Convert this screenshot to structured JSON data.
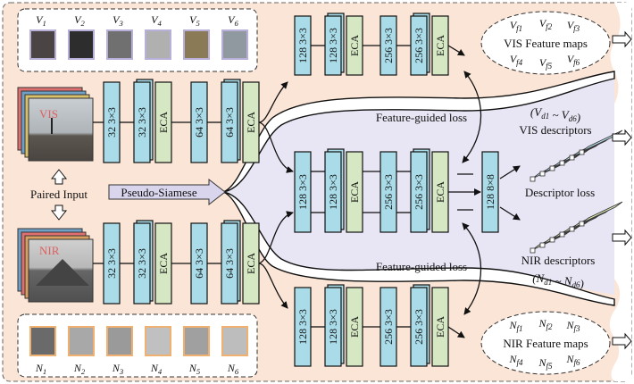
{
  "colors": {
    "background": "#fbe5d6",
    "center_band": "#e8e6f4",
    "conv_block": "#a9dce8",
    "eca_block": "#d6e7c4",
    "vis_descriptor": "#b8dce8",
    "nir_descriptor": "#d5e4b4",
    "vis_text": "#e06060",
    "nir_text": "#e06060"
  },
  "vis_samples": {
    "labels": [
      "V1",
      "V2",
      "V3",
      "V4",
      "V5",
      "V6"
    ]
  },
  "nir_samples": {
    "labels": [
      "N1",
      "N2",
      "N3",
      "N4",
      "N5",
      "N6"
    ]
  },
  "input": {
    "vis_label": "VIS",
    "nir_label": "NIR",
    "paired_input": "Paired Input",
    "pseudo_siamese": "Pseudo-Siamese"
  },
  "blocks": {
    "c32": "32 3×3",
    "c64": "64 3×3",
    "c128": "128 3×3",
    "c256": "256 3×3",
    "eca": "ECA",
    "c128x8": "128 8×8"
  },
  "losses": {
    "feature_guided_top": "Feature-guided loss",
    "feature_guided_bottom": "Feature-guided loss",
    "descriptor_loss": "Descriptor loss"
  },
  "vis_feature_maps": {
    "title": "VIS Feature maps",
    "items": [
      "Vf1",
      "Vf2",
      "Vf3",
      "Vf4",
      "Vf5",
      "Vf6"
    ]
  },
  "nir_feature_maps": {
    "title": "NIR Feature maps",
    "items": [
      "Nf1",
      "Nf2",
      "Nf3",
      "Nf4",
      "Nf5",
      "Nf6"
    ]
  },
  "descriptors": {
    "vis_range": "(Vd1 ~ Vd6)",
    "vis_title": "VIS descriptors",
    "nir_title": "NIR descriptors",
    "nir_range": "(Nd1 ~ Nd6)"
  }
}
